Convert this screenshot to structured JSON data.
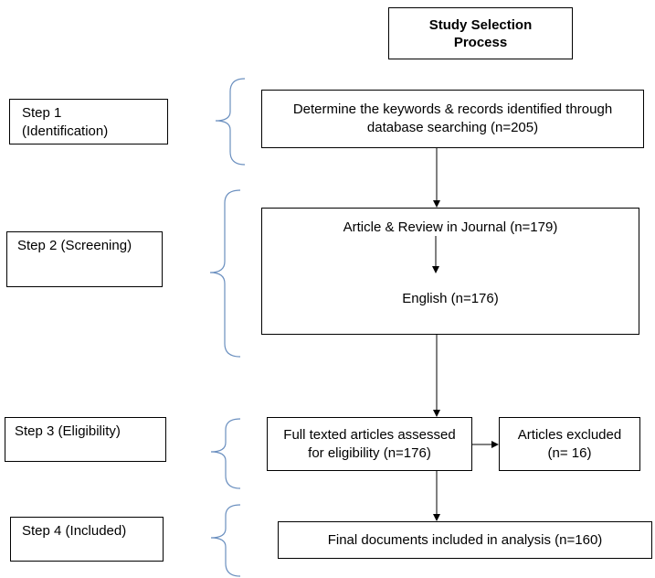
{
  "title": "Study Selection\nProcess",
  "steps": [
    "Step 1\n(Identification)",
    "Step 2  (Screening)",
    "Step 3 (Eligibility)",
    "Step 4 (Included)"
  ],
  "boxes": {
    "identification": "Determine the keywords & records identified through database searching (n=205)",
    "screening_top": "Article & Review in Journal (n=179)",
    "screening_bottom": "English (n=176)",
    "eligibility": "Full texted articles assessed for eligibility (n=176)",
    "excluded": "Articles excluded\n(n= 16)",
    "included": "Final documents included in analysis (n=160)"
  },
  "colors": {
    "bracket": "#6a8fbf",
    "border": "#000000"
  }
}
